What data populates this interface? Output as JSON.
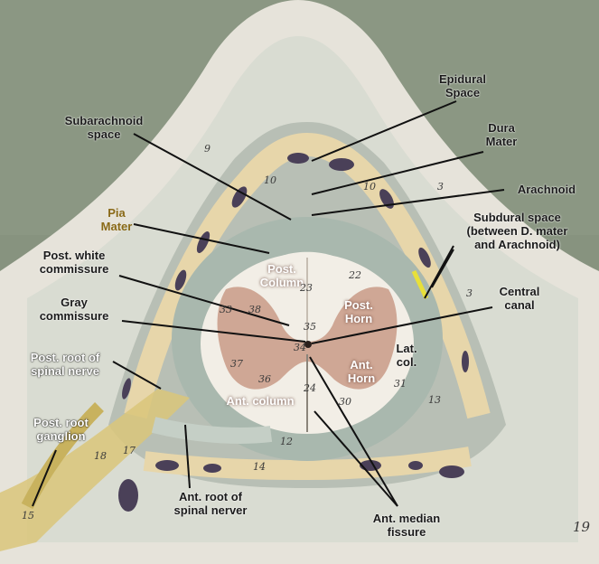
{
  "figure": {
    "labels": {
      "epidural_space": "Epidural\nSpace",
      "subarachnoid_space": "Subarachnoid\nspace",
      "dura_mater": "Dura\nMater",
      "arachnoid": "Arachnoid",
      "pia_mater": "Pia\nMater",
      "subdural_space": "Subdural space\n(between D. mater\nand Arachnoid)",
      "post_white_commissure": "Post. white\ncommissure",
      "post_column": "Post.\nColumn",
      "post_horn": "Post.\nHorn",
      "central_canal": "Central\ncanal",
      "gray_commissure": "Gray\ncommissure",
      "lat_col": "Lat.\ncol.",
      "ant_horn": "Ant.\nHorn",
      "post_root_spinal_nerve": "Post. root of\nspinal nerve",
      "ant_column": "Ant. column",
      "post_root_ganglion": "Post. root\nganglion",
      "ant_root_spinal_nerve": "Ant. root of\nspinal nerver",
      "ant_median_fissure": "Ant. median\nfissure"
    },
    "model_numbers": {
      "n9": "9",
      "n10a": "10",
      "n10b": "10",
      "n3a": "3",
      "n3b": "3",
      "n22": "22",
      "n23": "23",
      "n38": "38",
      "n33": "33",
      "n35": "35",
      "n34": "34",
      "n37": "37",
      "n36": "36",
      "n24": "24",
      "n30": "30",
      "n31": "31",
      "n13": "13",
      "n12": "12",
      "n18": "18",
      "n17": "17",
      "n14": "14",
      "n19": "19",
      "n15": "15"
    },
    "colors": {
      "background": "#8a9683",
      "model_white": "#e8e6df",
      "dura_band": "#e7d6aa",
      "white_matter": "#f2eee6",
      "gray_matter": "#c99a86",
      "csf_space": "#a9b8ae",
      "nerve_yellow": "#d9c67a"
    }
  }
}
